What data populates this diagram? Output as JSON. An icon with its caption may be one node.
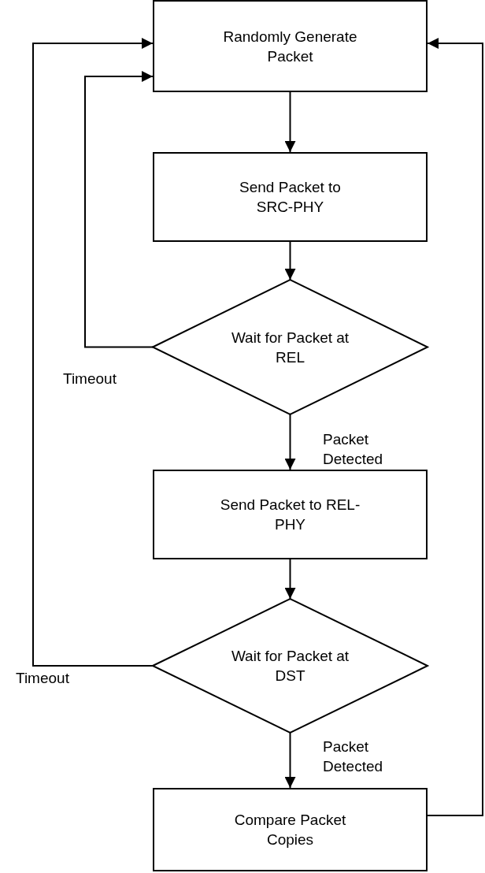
{
  "diagram": {
    "nodes": [
      {
        "text": [
          "Randomly Generate Packet"
        ]
      },
      {
        "text": [
          "Send Packet to SRC-PHY"
        ]
      },
      {
        "text": [
          "Wait for Packet at REL"
        ]
      },
      {
        "text": [
          "Send Packet to REL-PHY"
        ]
      },
      {
        "text": [
          "Wait for Packet at DST"
        ]
      },
      {
        "text": [
          "Compare Packet Copies"
        ]
      }
    ],
    "edges": [
      {
        "from": 0,
        "to": 1,
        "arrow": "to"
      },
      {
        "from": 1,
        "to": 2,
        "arrow": "to"
      },
      {
        "from": 2,
        "to": 3,
        "arrow": "to",
        "label": "Packet Detected"
      },
      {
        "from": 2,
        "to": 0,
        "arrow": "to",
        "label": "Timeout"
      },
      {
        "from": 3,
        "to": 4,
        "arrow": "to"
      },
      {
        "from": 4,
        "to": 5,
        "arrow": "to",
        "label": "Packet Detected"
      },
      {
        "from": 4,
        "to": 0,
        "arrow": "to",
        "label": "Timeout"
      },
      {
        "from": 5,
        "to": 0,
        "arrow": "to"
      }
    ]
  }
}
